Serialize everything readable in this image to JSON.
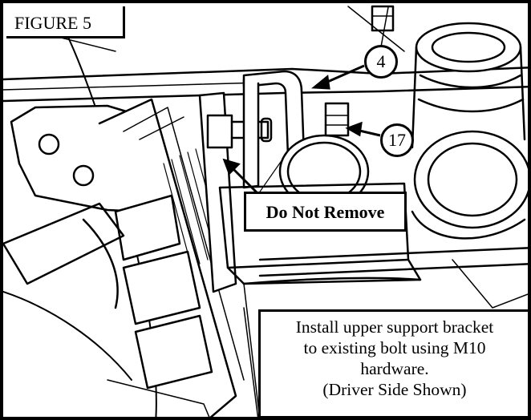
{
  "figure_label": "FIGURE 5",
  "callouts": {
    "part_4": "4",
    "part_17": "17"
  },
  "do_not_remove": "Do Not Remove",
  "instructions": {
    "line1": "Install upper support bracket",
    "line2": "to existing bolt using M10",
    "line3": "hardware.",
    "line4": "(Driver Side Shown)"
  }
}
